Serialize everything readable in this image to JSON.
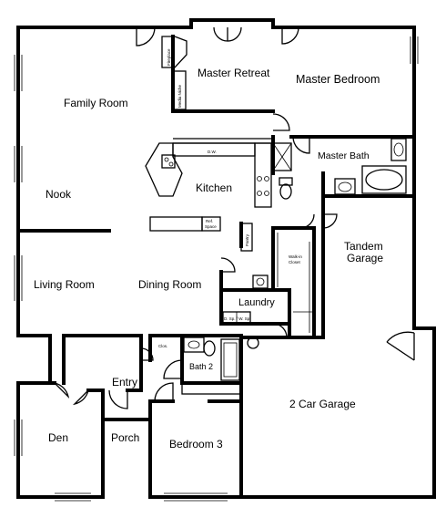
{
  "rooms": {
    "family_room": "Family Room",
    "master_retreat": "Master Retreat",
    "master_bedroom": "Master Bedroom",
    "master_bath": "Master Bath",
    "nook": "Nook",
    "kitchen": "Kitchen",
    "tandem_garage_line1": "Tandem",
    "tandem_garage_line2": "Garage",
    "living_room": "Living Room",
    "dining_room": "Dining Room",
    "laundry": "Laundry",
    "entry": "Entry",
    "bath2": "Bath 2",
    "two_car_garage": "2 Car Garage",
    "den": "Den",
    "porch": "Porch",
    "bedroom3": "Bedroom 3"
  },
  "fixtures": {
    "fireplace": "Fireplace",
    "media_niche": "Media Niche",
    "dishwasher": "D.W.",
    "refrigerator_line1": "Ref.",
    "refrigerator_line2": "Space",
    "pantry": "Pantry",
    "walkin_closet_line1": "Walk-in",
    "walkin_closet_line2": "Closet",
    "closet": "Clos.",
    "dryer_washer": "D. Sp. / W. Sp."
  }
}
